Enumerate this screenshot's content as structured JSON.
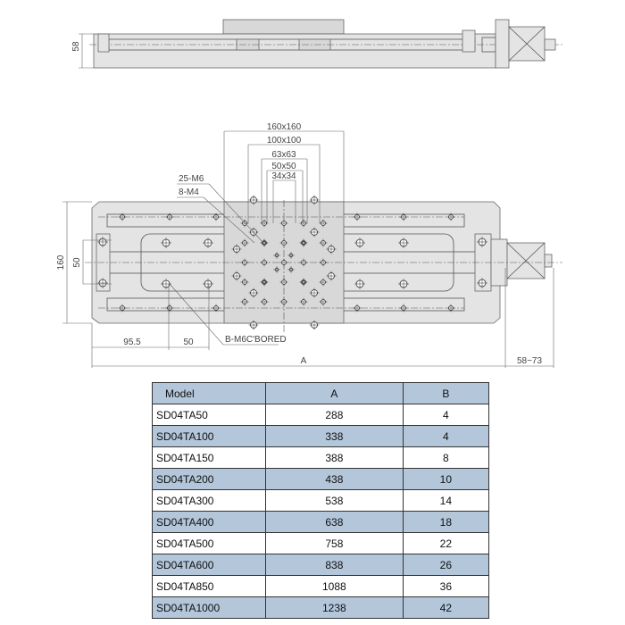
{
  "side_view": {
    "height_label": "58"
  },
  "plan_view": {
    "pattern_labels": [
      "160x160",
      "100x100",
      "63x63",
      "50x50",
      "34x34"
    ],
    "callouts": {
      "m6": "25-M6",
      "m4": "8-M4",
      "bored": "B-M6C'BORED"
    },
    "dims": {
      "width": "160",
      "rail": "50",
      "offset": "95.5",
      "pitch": "50",
      "length": "A",
      "motor": "58~73"
    }
  },
  "spec_table": {
    "headers": [
      "Model",
      "A",
      "B"
    ],
    "rows": [
      [
        "SD04TA50",
        "288",
        "4"
      ],
      [
        "SD04TA100",
        "338",
        "4"
      ],
      [
        "SD04TA150",
        "388",
        "8"
      ],
      [
        "SD04TA200",
        "438",
        "10"
      ],
      [
        "SD04TA300",
        "538",
        "14"
      ],
      [
        "SD04TA400",
        "638",
        "18"
      ],
      [
        "SD04TA500",
        "758",
        "22"
      ],
      [
        "SD04TA600",
        "838",
        "26"
      ],
      [
        "SD04TA850",
        "1088",
        "36"
      ],
      [
        "SD04TA1000",
        "1238",
        "42"
      ]
    ]
  }
}
